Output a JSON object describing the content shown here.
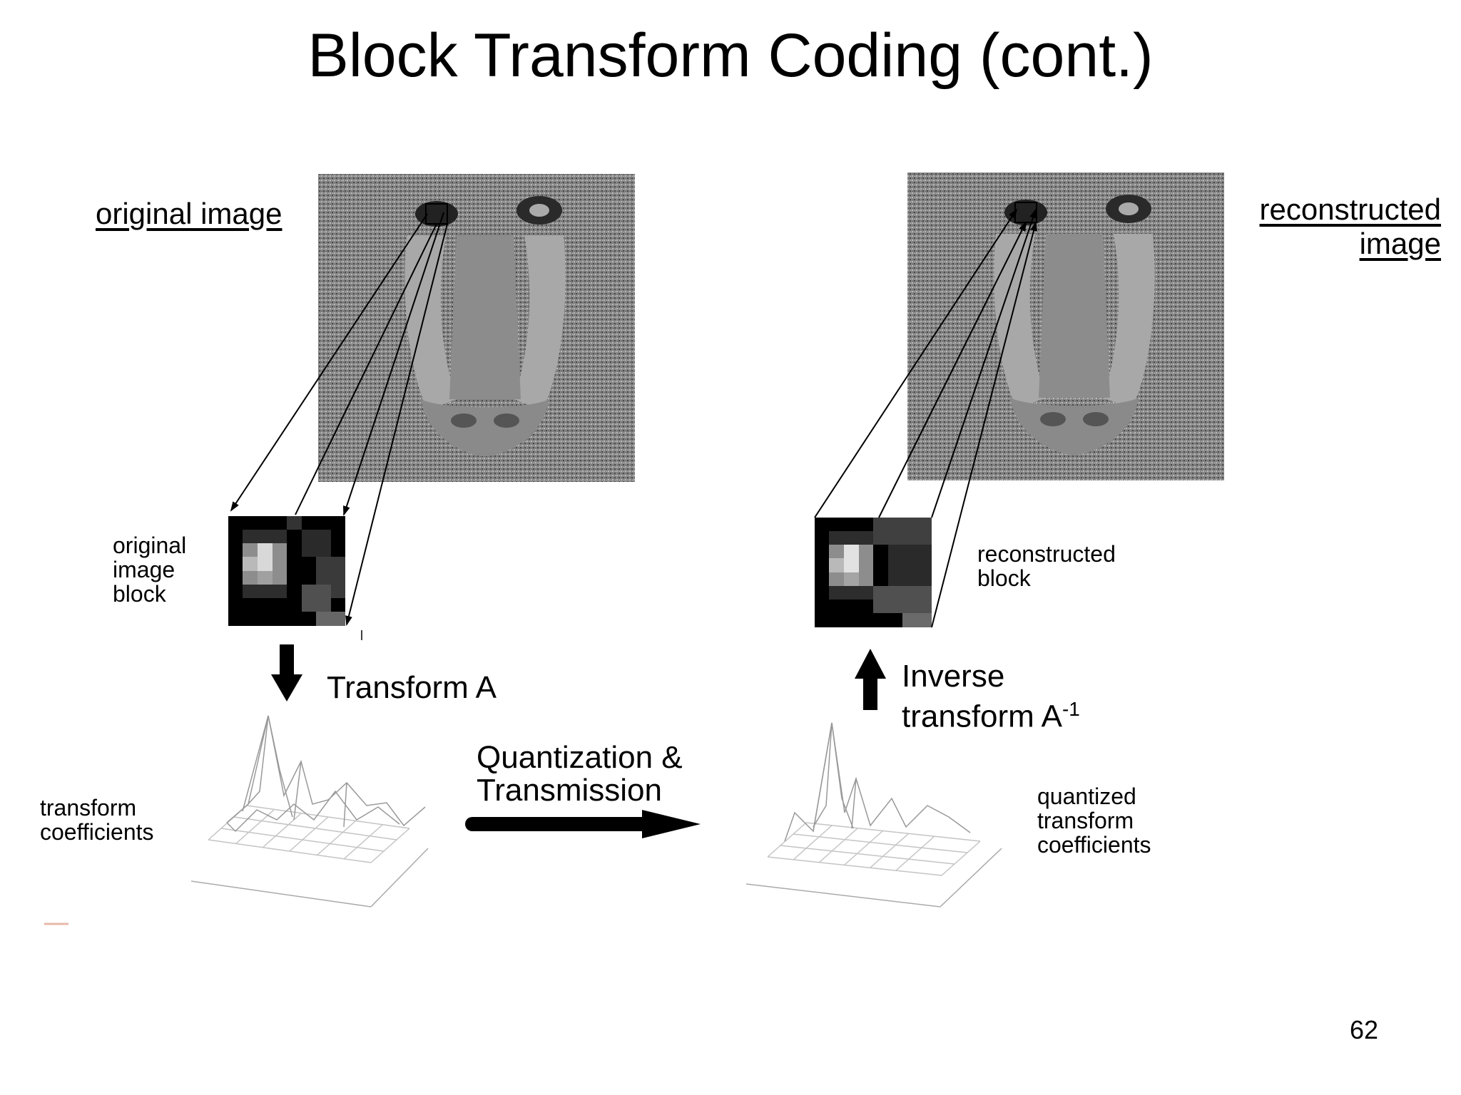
{
  "slide": {
    "title": "Block Transform Coding (cont.)",
    "page_number": "62"
  },
  "labels": {
    "original_image": "original image",
    "reconstructed_image_line1": "reconstructed",
    "reconstructed_image_line2": "image",
    "original_block_line1": "original",
    "original_block_line2": "image",
    "original_block_line3": "block",
    "reconstructed_block_line1": "reconstructed",
    "reconstructed_block_line2": "block",
    "transform": "Transform A",
    "inverse_line1": "Inverse",
    "inverse_line2": "transform A",
    "inverse_superscript": "-1",
    "quant_line1": "Quantization &",
    "quant_line2": "Transmission",
    "coef_line1": "transform",
    "coef_line2": "coefficients",
    "qcoef_line1": "quantized",
    "qcoef_line2": "transform",
    "qcoef_line3": "coefficients"
  }
}
